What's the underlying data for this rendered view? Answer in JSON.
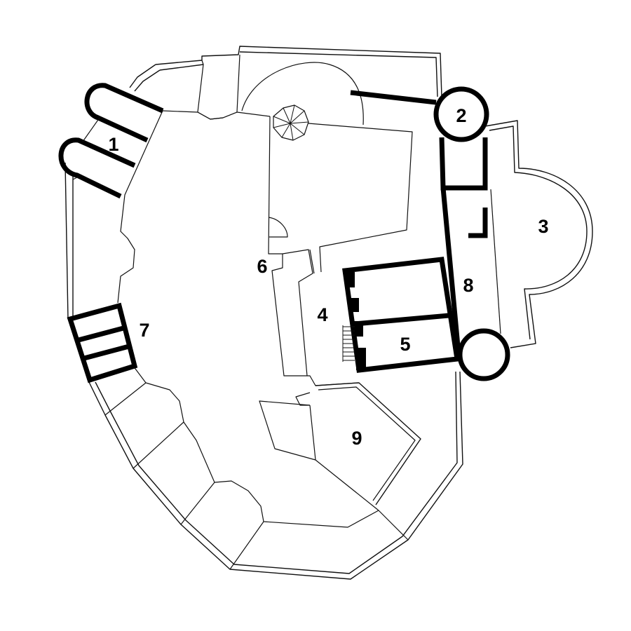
{
  "plan": {
    "labels": {
      "l1": "1",
      "l2": "2",
      "l3": "3",
      "l4": "4",
      "l5": "5",
      "l6": "6",
      "l7": "7",
      "l8": "8",
      "l9": "9"
    }
  }
}
